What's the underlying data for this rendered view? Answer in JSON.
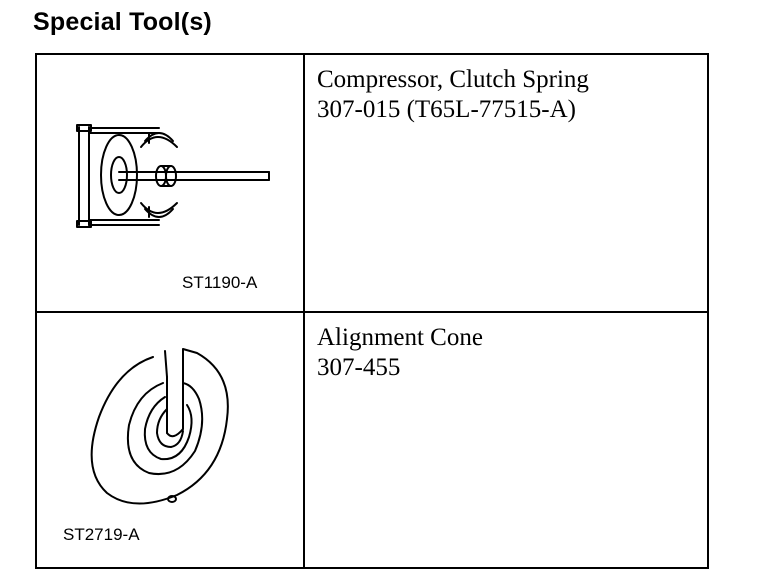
{
  "heading": "Special Tool(s)",
  "tools": [
    {
      "illustration_id": "ST1190-A",
      "name": "Compressor, Clutch Spring",
      "number": "307-015 (T65L-77515-A)"
    },
    {
      "illustration_id": "ST2719-A",
      "name": "Alignment Cone",
      "number": "307-455"
    }
  ]
}
